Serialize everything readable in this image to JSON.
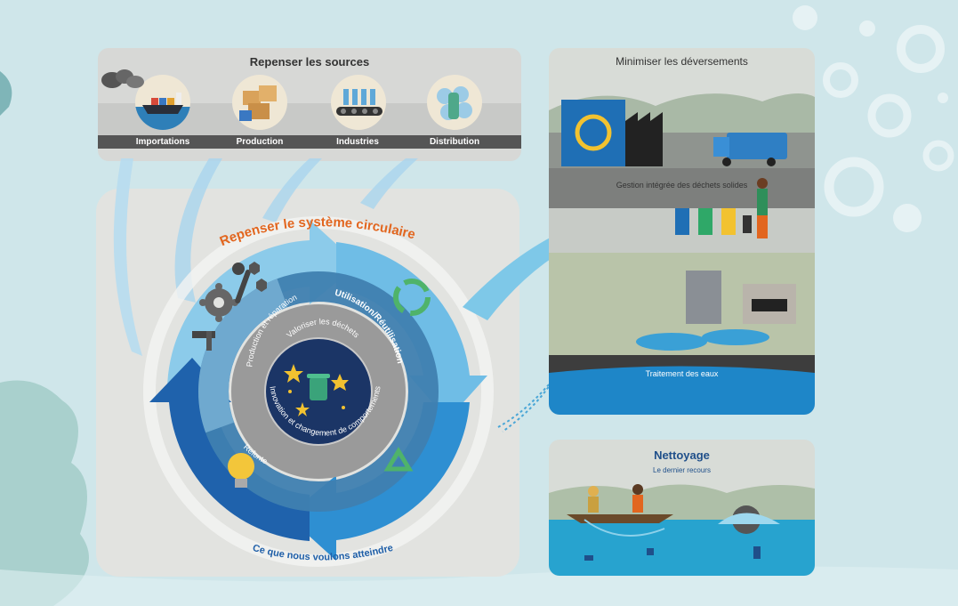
{
  "sources": {
    "title": "Repenser les sources",
    "items": [
      "Importations",
      "Production",
      "Industries",
      "Distribution"
    ]
  },
  "circular": {
    "title": "Repenser le système circulaire",
    "ring_labels": {
      "production": "Production et réparation",
      "utilisation": "Utilisation/Réutilisation",
      "refonte": "Refonte"
    },
    "inner_top": "Valoriser les déchets",
    "inner_bottom": "Innovation et changement de comportements",
    "bottom_caption": "Ce que nous voulons atteindre"
  },
  "minimiser": {
    "title": "Minimiser les déversements",
    "solid_waste": "Gestion intégrée des déchets solides",
    "water": "Traitement des eaux"
  },
  "nettoyage": {
    "title": "Nettoyage",
    "subtitle": "Le dernier recours"
  },
  "colors": {
    "background": "#cfe6ea",
    "arrow_light": "#7ec8e8",
    "arrow_mid": "#2f8fd0",
    "arrow_dark": "#1f5fa8",
    "title_orange": "#e2661f",
    "nettoyage_blue": "#1f4f8a"
  }
}
